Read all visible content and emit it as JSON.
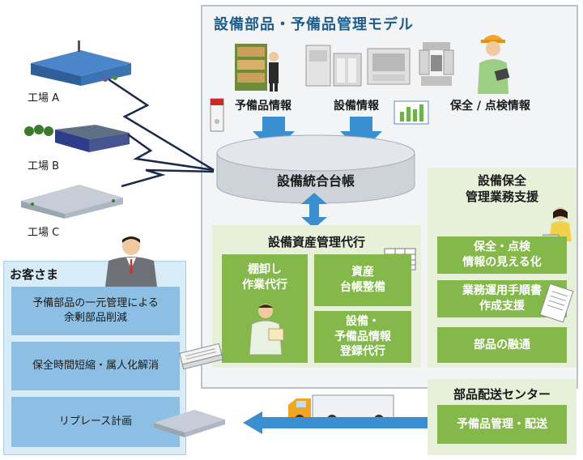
{
  "model": {
    "title": "設備部品・予備品管理モデル",
    "info": {
      "spare_parts": "予備品情報",
      "equipment": "設備情報",
      "maintenance": "保全 / 点検情報"
    },
    "database": "設備統合台帳"
  },
  "agency": {
    "title": "設備資産管理代行",
    "items": [
      "棚卸し\n作業代行",
      "資産\n台帳整備",
      "設備・\n予備品情報\n登録代行"
    ]
  },
  "support": {
    "title": "設備保全\n管理業務支援",
    "items": [
      "保全・点検\n情報の見える化",
      "業務運用手順書\n作成支援",
      "部品の融通"
    ]
  },
  "delivery": {
    "title": "部品配送センター",
    "item": "予備品管理・配送"
  },
  "customer": {
    "title": "お客さま",
    "items": [
      "予備部品の一元管理による\n余剰部品削減",
      "保全時間短縮・属人化解消",
      "リプレース計画"
    ]
  },
  "factories": [
    "工場 A",
    "工場 B",
    "工場 C"
  ],
  "colors": {
    "title_blue": "#1f5d8c",
    "arrow_blue": "#3a8fd0",
    "green": "#84b84a",
    "light_green": "#e7f1d9",
    "light_blue": "#d8ecf8",
    "box_blue": "#8cbfe3"
  }
}
